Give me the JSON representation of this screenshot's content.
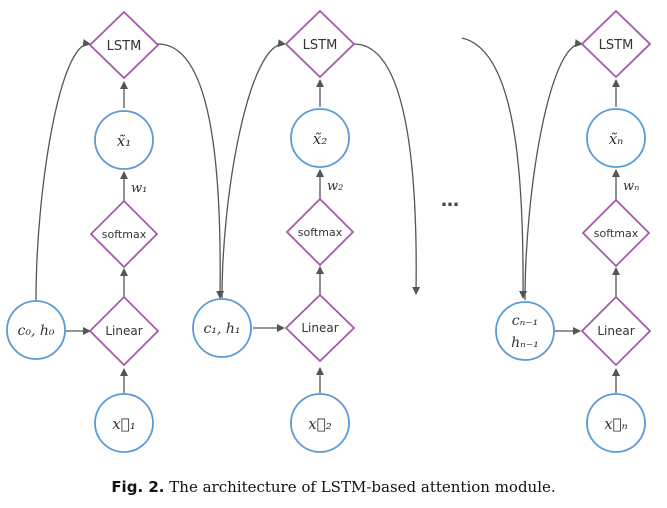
{
  "diagram": {
    "node_labels": {
      "lstm": "LSTM",
      "softmax": "softmax",
      "linear": "Linear"
    },
    "colors": {
      "diamond_stroke": "#a25aa6",
      "circle_stroke": "#5a9bd5",
      "arrow": "#555555"
    },
    "columns": [
      {
        "input": "x⃗₁",
        "attended": "x̃₁",
        "weight": "w₁",
        "state_in": "c₀, h₀"
      },
      {
        "input": "x⃗₂",
        "attended": "x̃₂",
        "weight": "w₂",
        "state_in": "c₁, h₁"
      },
      {
        "input": "x⃗ₙ",
        "attended": "x̃ₙ",
        "weight": "wₙ",
        "state_in_line1": "cₙ₋₁",
        "state_in_line2": "hₙ₋₁"
      }
    ],
    "ellipsis": "…"
  },
  "caption": {
    "label": "Fig. 2.",
    "text": "The architecture of LSTM-based attention module."
  }
}
